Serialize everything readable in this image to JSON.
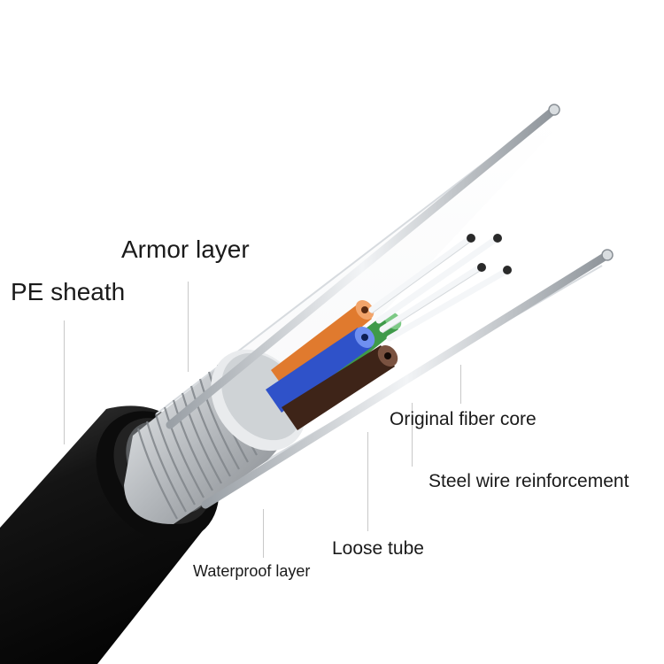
{
  "labels": {
    "pe_sheath": "PE sheath",
    "armor_layer": "Armor layer",
    "original_fiber_core": "Original fiber core",
    "steel_wire_reinforcement": "Steel wire reinforcement",
    "loose_tube": "Loose tube",
    "waterproof_layer": "Waterproof layer"
  },
  "colors": {
    "sheath": "#1b1b1b",
    "armor": "#b9bcbf",
    "orange_tube": "#e07a2e",
    "blue_tube": "#2f52c9",
    "brown_tube": "#3e2418",
    "green_tube": "#3f9a4a",
    "leader_line": "#c8c8c8"
  }
}
